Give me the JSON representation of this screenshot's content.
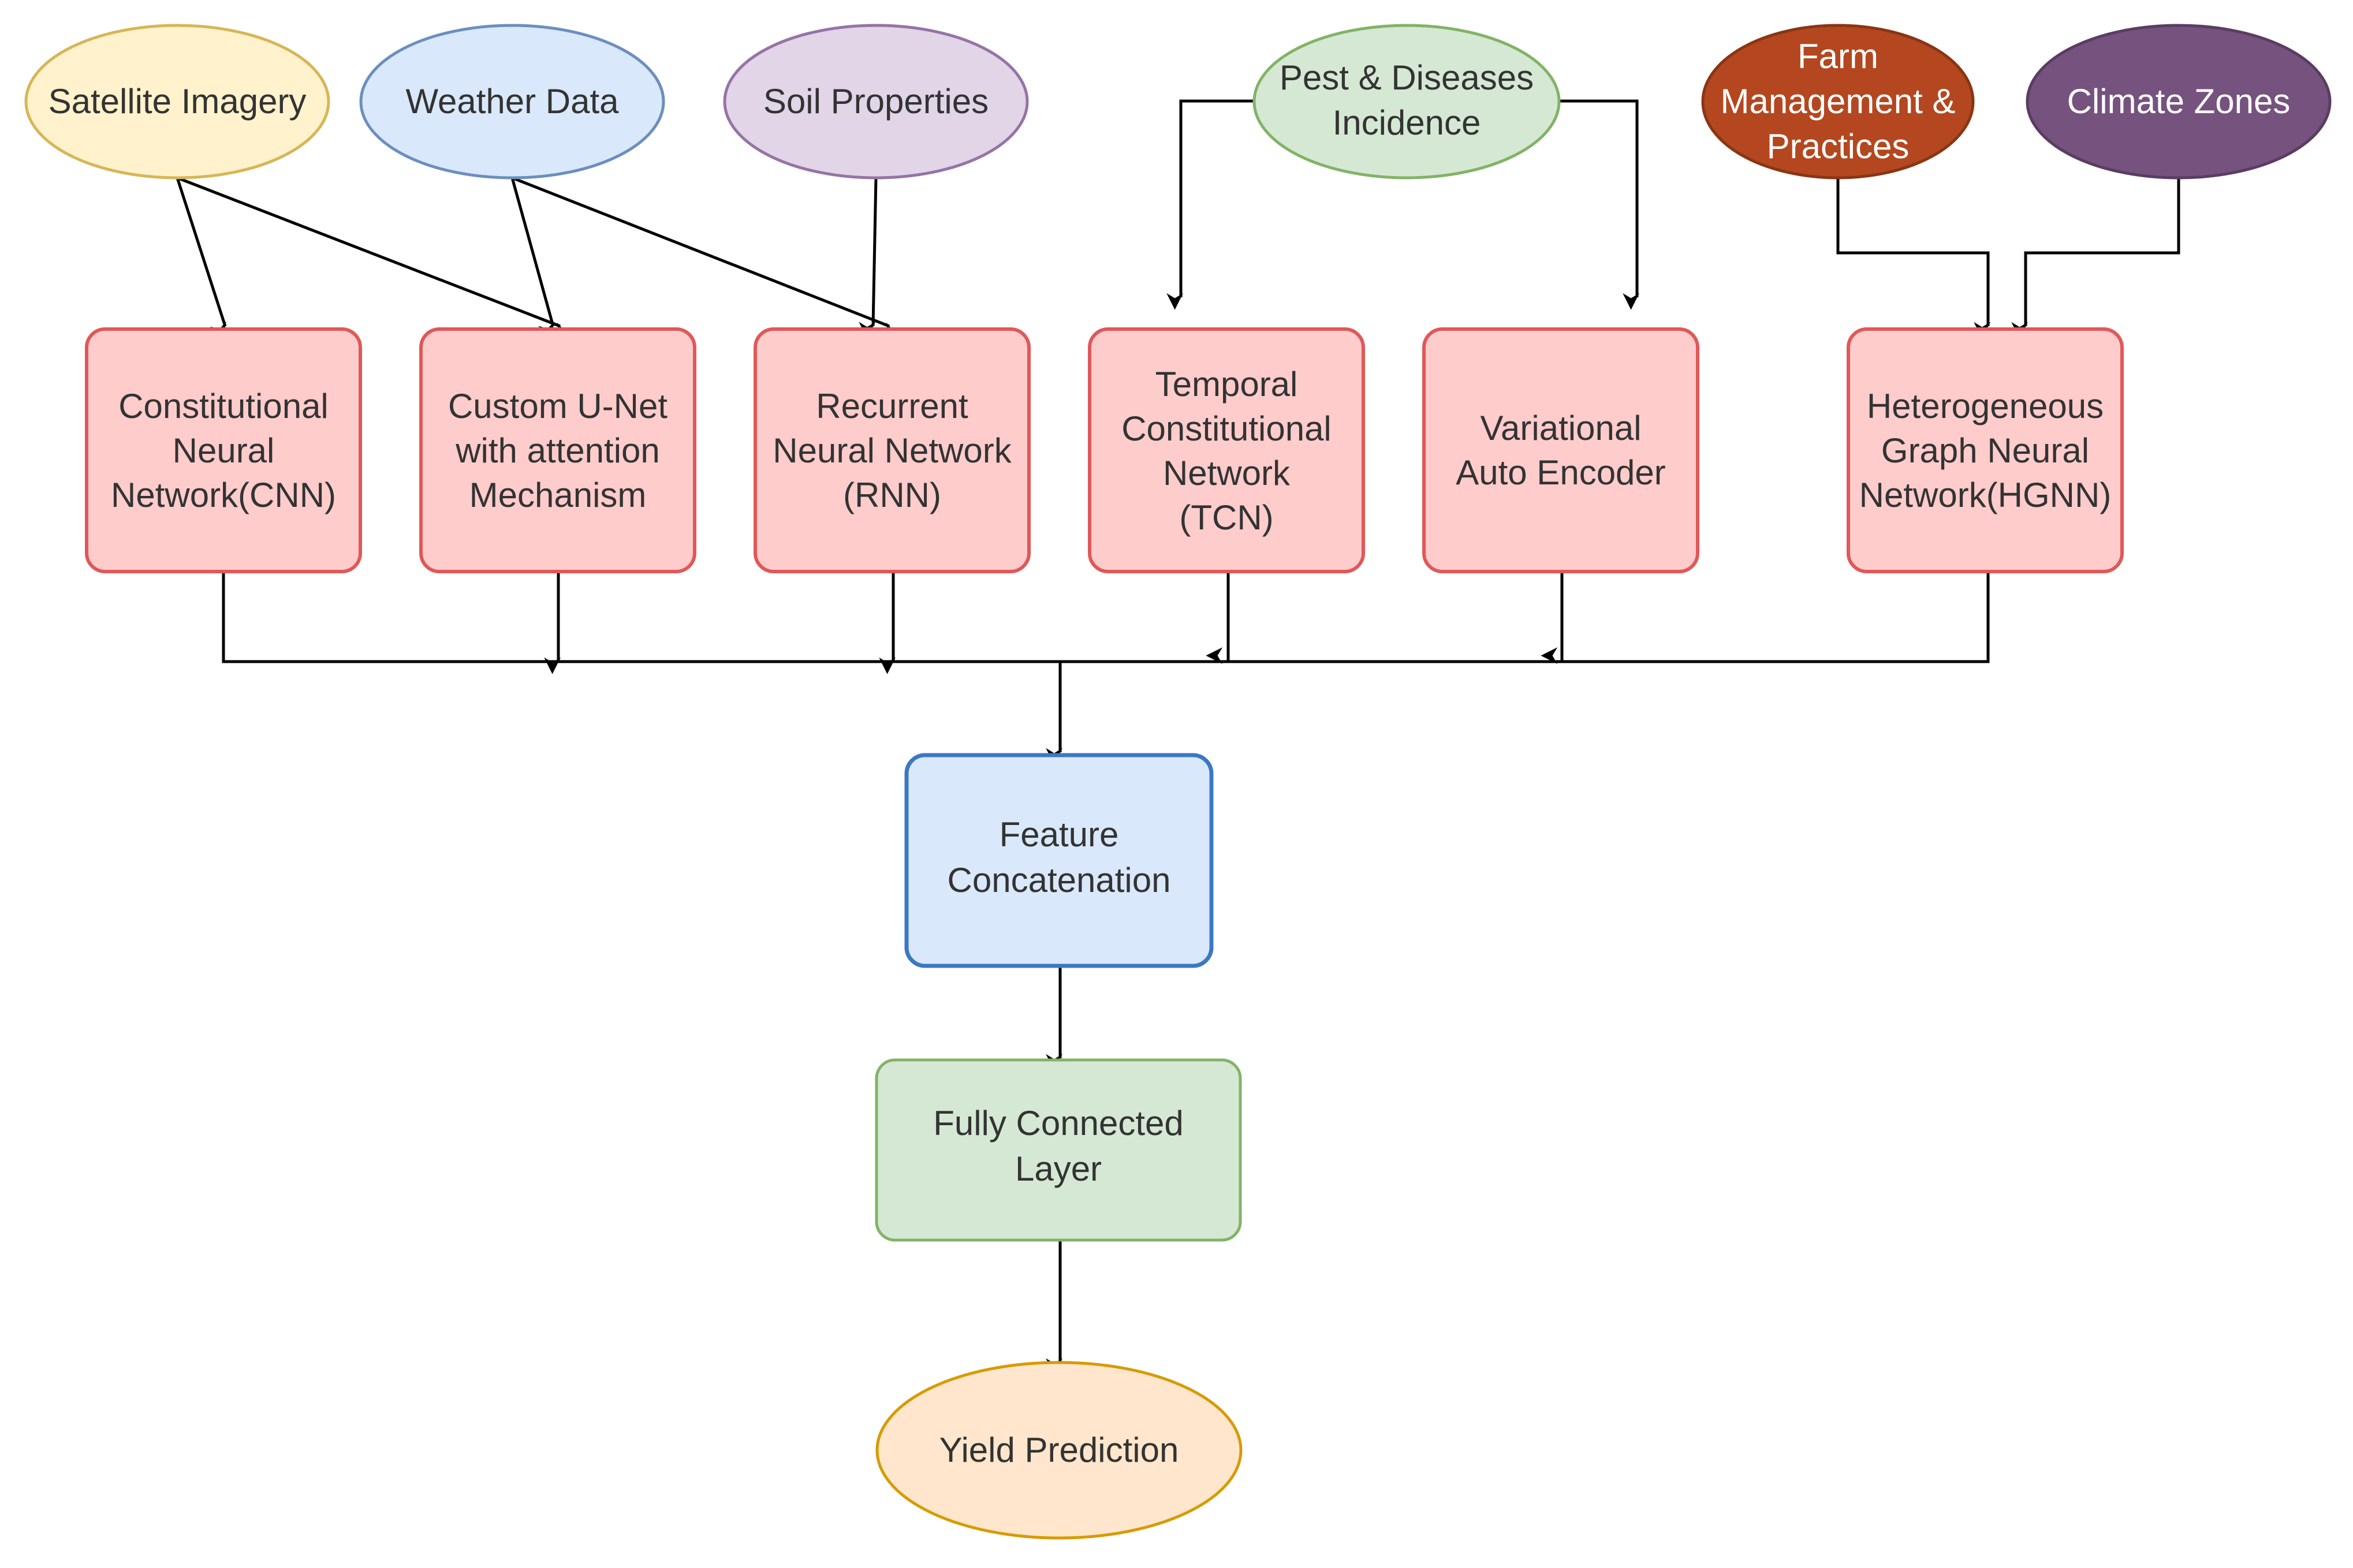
{
  "inputs": {
    "satellite": {
      "label": "Satellite Imagery",
      "fill": "#fff2cc",
      "stroke": "#d6b656"
    },
    "weather": {
      "label": "Weather Data",
      "fill": "#dae8fc",
      "stroke": "#6c8ebf"
    },
    "soil": {
      "label": "Soil Properties",
      "fill": "#e1d5e7",
      "stroke": "#9673a6"
    },
    "pest": {
      "line1": "Pest & Diseases",
      "line2": "Incidence",
      "fill": "#d5e8d4",
      "stroke": "#82b366"
    },
    "farm": {
      "line1": "Farm",
      "line2": "Management &",
      "line3": "Practices",
      "fill": "#b4471f",
      "stroke": "#8a3514"
    },
    "climate": {
      "label": "Climate Zones",
      "fill": "#76527f",
      "stroke": "#5b3c63"
    }
  },
  "models": {
    "fill": "#ffcccc",
    "stroke": "#e05858",
    "cnn": {
      "line1": "Constitutional",
      "line2": "Neural",
      "line3": "Network(CNN)"
    },
    "unet": {
      "line1": "Custom U-Net",
      "line2": "with attention",
      "line3": "Mechanism"
    },
    "rnn": {
      "line1": "Recurrent",
      "line2": "Neural Network",
      "line3": "(RNN)"
    },
    "tcn": {
      "line1": "Temporal",
      "line2": "Constitutional",
      "line3": "Network",
      "line4": "(TCN)"
    },
    "vae": {
      "line1": "Variational",
      "line2": "Auto Encoder"
    },
    "hgnn": {
      "line1": "Heterogeneous",
      "line2": "Graph Neural",
      "line3": "Network(HGNN)"
    }
  },
  "fusion": {
    "concat": {
      "line1": "Feature",
      "line2": "Concatenation",
      "fill": "#dae8fc",
      "stroke": "#3c78c3"
    },
    "fc": {
      "line1": "Fully Connected",
      "line2": "Layer",
      "fill": "#d5e8d4",
      "stroke": "#82b366"
    }
  },
  "output": {
    "label": "Yield Prediction",
    "fill": "#ffe6cc",
    "stroke": "#d79b00"
  }
}
